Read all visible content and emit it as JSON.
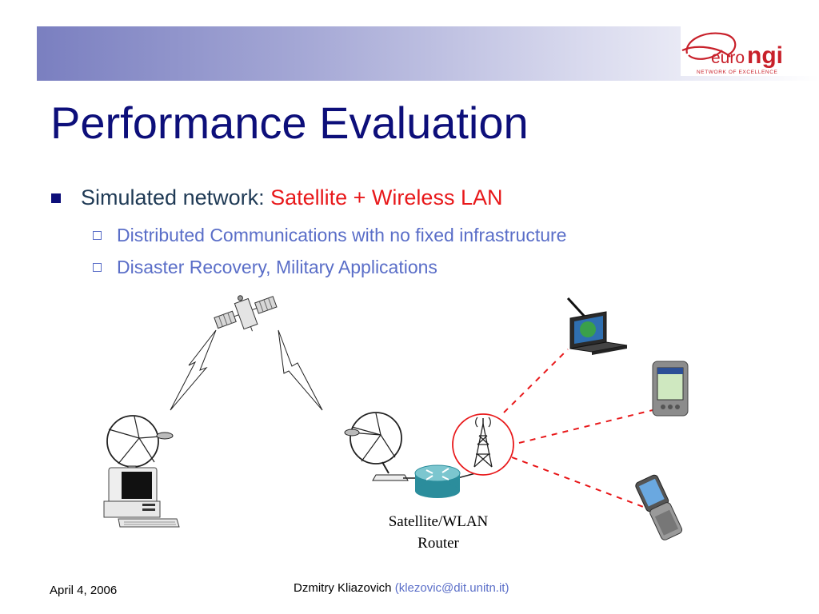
{
  "slide": {
    "title": "Performance Evaluation",
    "bullet1": {
      "prefix": "Simulated network: ",
      "highlight": "Satellite + Wireless LAN"
    },
    "sub_bullets": [
      "Distributed Communications with no fixed infrastructure",
      "Disaster Recovery, Military Applications"
    ]
  },
  "logo": {
    "brand_euro": "euro",
    "brand_ngi": "ngi",
    "tagline": "NETWORK OF EXCELLENCE"
  },
  "diagram": {
    "router_label_line1": "Satellite/WLAN",
    "router_label_line2": "Router"
  },
  "footer": {
    "date": "April 4, 2006",
    "author": "Dzmitry Kliazovich",
    "email": "(klezovic@dit.unitn.it)"
  },
  "colors": {
    "title": "#0d0f7a",
    "highlight": "#e8191b",
    "sub_bullet": "#5a6ec8",
    "wireless_link": "#e8191b"
  }
}
